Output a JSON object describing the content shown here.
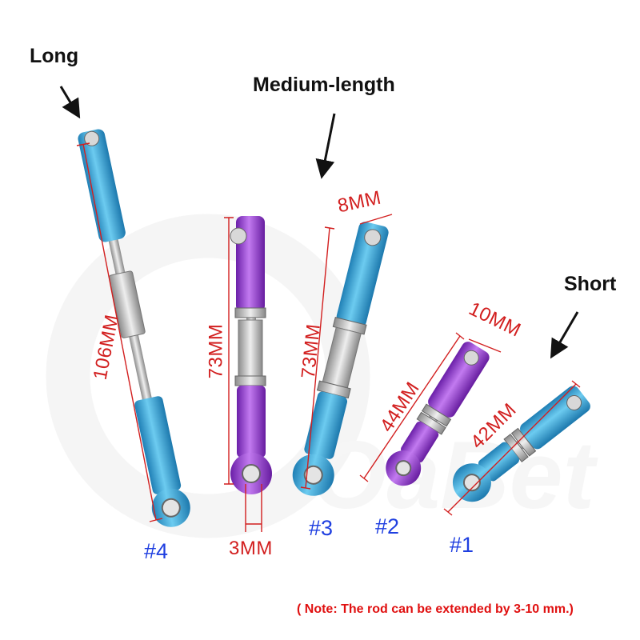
{
  "labels": {
    "long": "Long",
    "medium": "Medium-length",
    "short": "Short"
  },
  "numbers": {
    "n4": "#4",
    "n3": "#3",
    "n2": "#2",
    "n1": "#1"
  },
  "dimensions": {
    "d106": "106MM",
    "d73a": "73MM",
    "d73b": "73MM",
    "d44": "44MM",
    "d42": "42MM",
    "d8": "8MM",
    "d10": "10MM",
    "d3": "3MM"
  },
  "note": "( Note: The rod can be extended by 3-10 mm.)",
  "watermark": "ОaBet",
  "colors": {
    "blue_rod": "#3aa6d8",
    "purple_rod": "#9a3fd0",
    "steel": "#b9b9b9",
    "dimension_red": "#d21f1f",
    "number_blue": "#1f3fe0"
  }
}
